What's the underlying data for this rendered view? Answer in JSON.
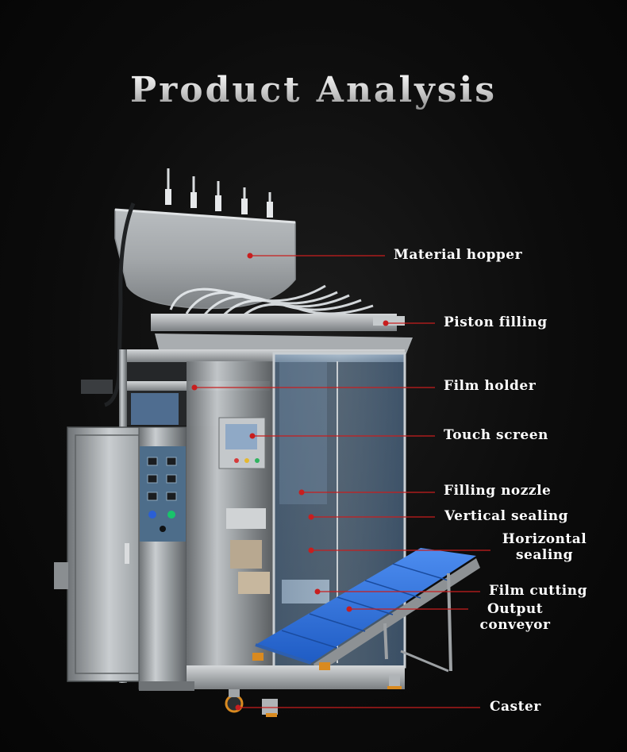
{
  "title": "Product Analysis",
  "colors": {
    "leader_line": "#c81e1e",
    "dot": "#c81e1e",
    "label_text": "#ffffff",
    "background": "#0c0c0c"
  },
  "labels": {
    "material_hopper": "Material hopper",
    "piston_filling": "Piston filling",
    "film_holder": "Film holder",
    "touch_screen": "Touch screen",
    "filling_nozzle": "Filling nozzle",
    "vertical_sealing": "Vertical sealing",
    "horizontal_sealing_1": "Horizontal",
    "horizontal_sealing_2": "sealing",
    "film_cutting": "Film cutting",
    "output_conveyor_1": "Output",
    "output_conveyor_2": "conveyor",
    "caster": "Caster"
  }
}
